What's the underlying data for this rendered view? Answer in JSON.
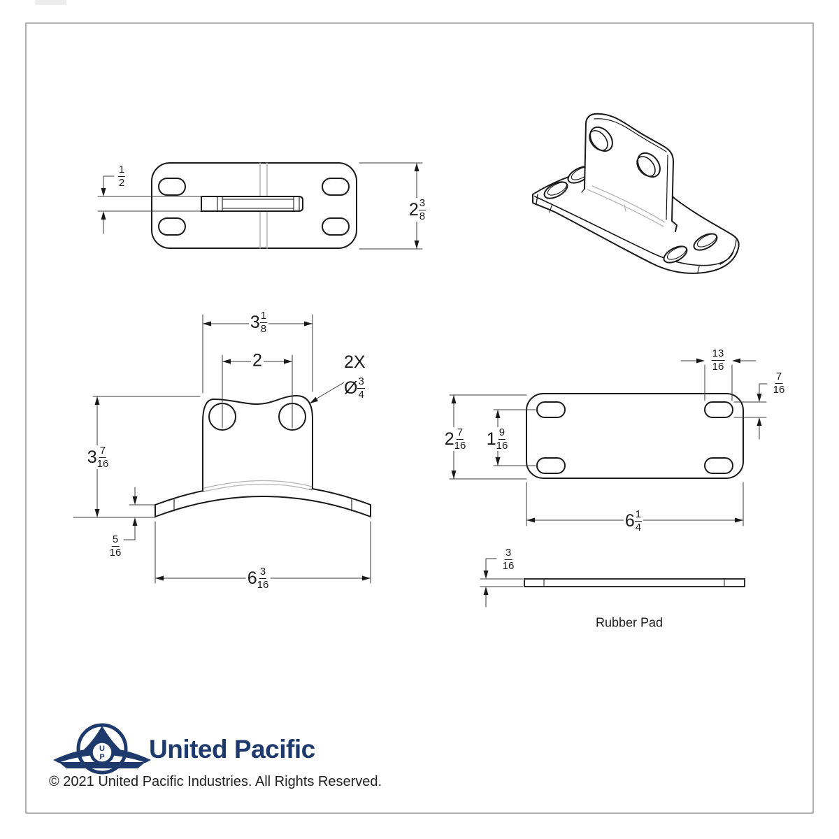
{
  "page": {
    "background": "#ffffff",
    "frame_color": "#9c9c9c",
    "line_color": "#1a1a1a",
    "dim_line_color": "#3a3a3a",
    "bend_line_color": "#b5b5b5",
    "accent_navy": "#1e3a6d"
  },
  "views": {
    "top_view": {
      "dims": {
        "center_slot_height": {
          "num": "1",
          "den": "2"
        },
        "plate_height": {
          "whole": "2",
          "num": "3",
          "den": "8"
        }
      }
    },
    "front_view": {
      "dims": {
        "tab_width": {
          "whole": "3",
          "num": "1",
          "den": "8"
        },
        "hole_spacing": {
          "whole": "2"
        },
        "hole_note": {
          "count": "2X",
          "prefix": "Ø",
          "num": "3",
          "den": "4"
        },
        "overall_height": {
          "whole": "3",
          "num": "7",
          "den": "16"
        },
        "base_thickness": {
          "num": "5",
          "den": "16"
        },
        "base_width": {
          "whole": "6",
          "num": "3",
          "den": "16"
        }
      }
    },
    "pad_top_view": {
      "dims": {
        "slot_width": {
          "num": "13",
          "den": "16"
        },
        "slot_height": {
          "num": "7",
          "den": "16"
        },
        "plate_height": {
          "whole": "2",
          "num": "7",
          "den": "16"
        },
        "slot_row_spacing": {
          "whole": "1",
          "num": "9",
          "den": "16"
        },
        "plate_width": {
          "whole": "6",
          "num": "1",
          "den": "4"
        }
      }
    },
    "pad_side_view": {
      "label": "Rubber Pad",
      "dims": {
        "thickness": {
          "num": "3",
          "den": "16"
        }
      }
    }
  },
  "footer": {
    "brand": "United Pacific",
    "monogram_top": "U",
    "monogram_bottom": "P",
    "copyright": "© 2021 United Pacific Industries. All Rights Reserved."
  }
}
